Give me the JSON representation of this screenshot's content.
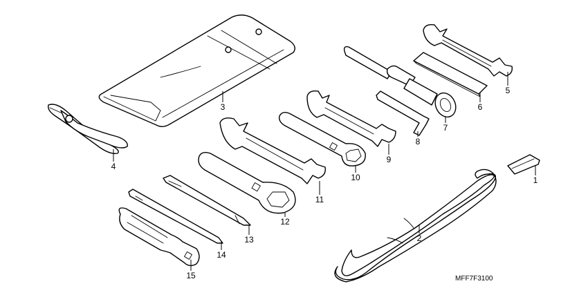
{
  "diagram": {
    "parts": [
      {
        "id": "1",
        "label": "1"
      },
      {
        "id": "2",
        "label": "2"
      },
      {
        "id": "3",
        "label": "3"
      },
      {
        "id": "4",
        "label": "4"
      },
      {
        "id": "5",
        "label": "5"
      },
      {
        "id": "6",
        "label": "6"
      },
      {
        "id": "7",
        "label": "7"
      },
      {
        "id": "8",
        "label": "8"
      },
      {
        "id": "9",
        "label": "9"
      },
      {
        "id": "10",
        "label": "10"
      },
      {
        "id": "11",
        "label": "11"
      },
      {
        "id": "12",
        "label": "12"
      },
      {
        "id": "13",
        "label": "13"
      },
      {
        "id": "14",
        "label": "14"
      },
      {
        "id": "15",
        "label": "15"
      }
    ],
    "drawing_code": "MFF7F3100"
  }
}
